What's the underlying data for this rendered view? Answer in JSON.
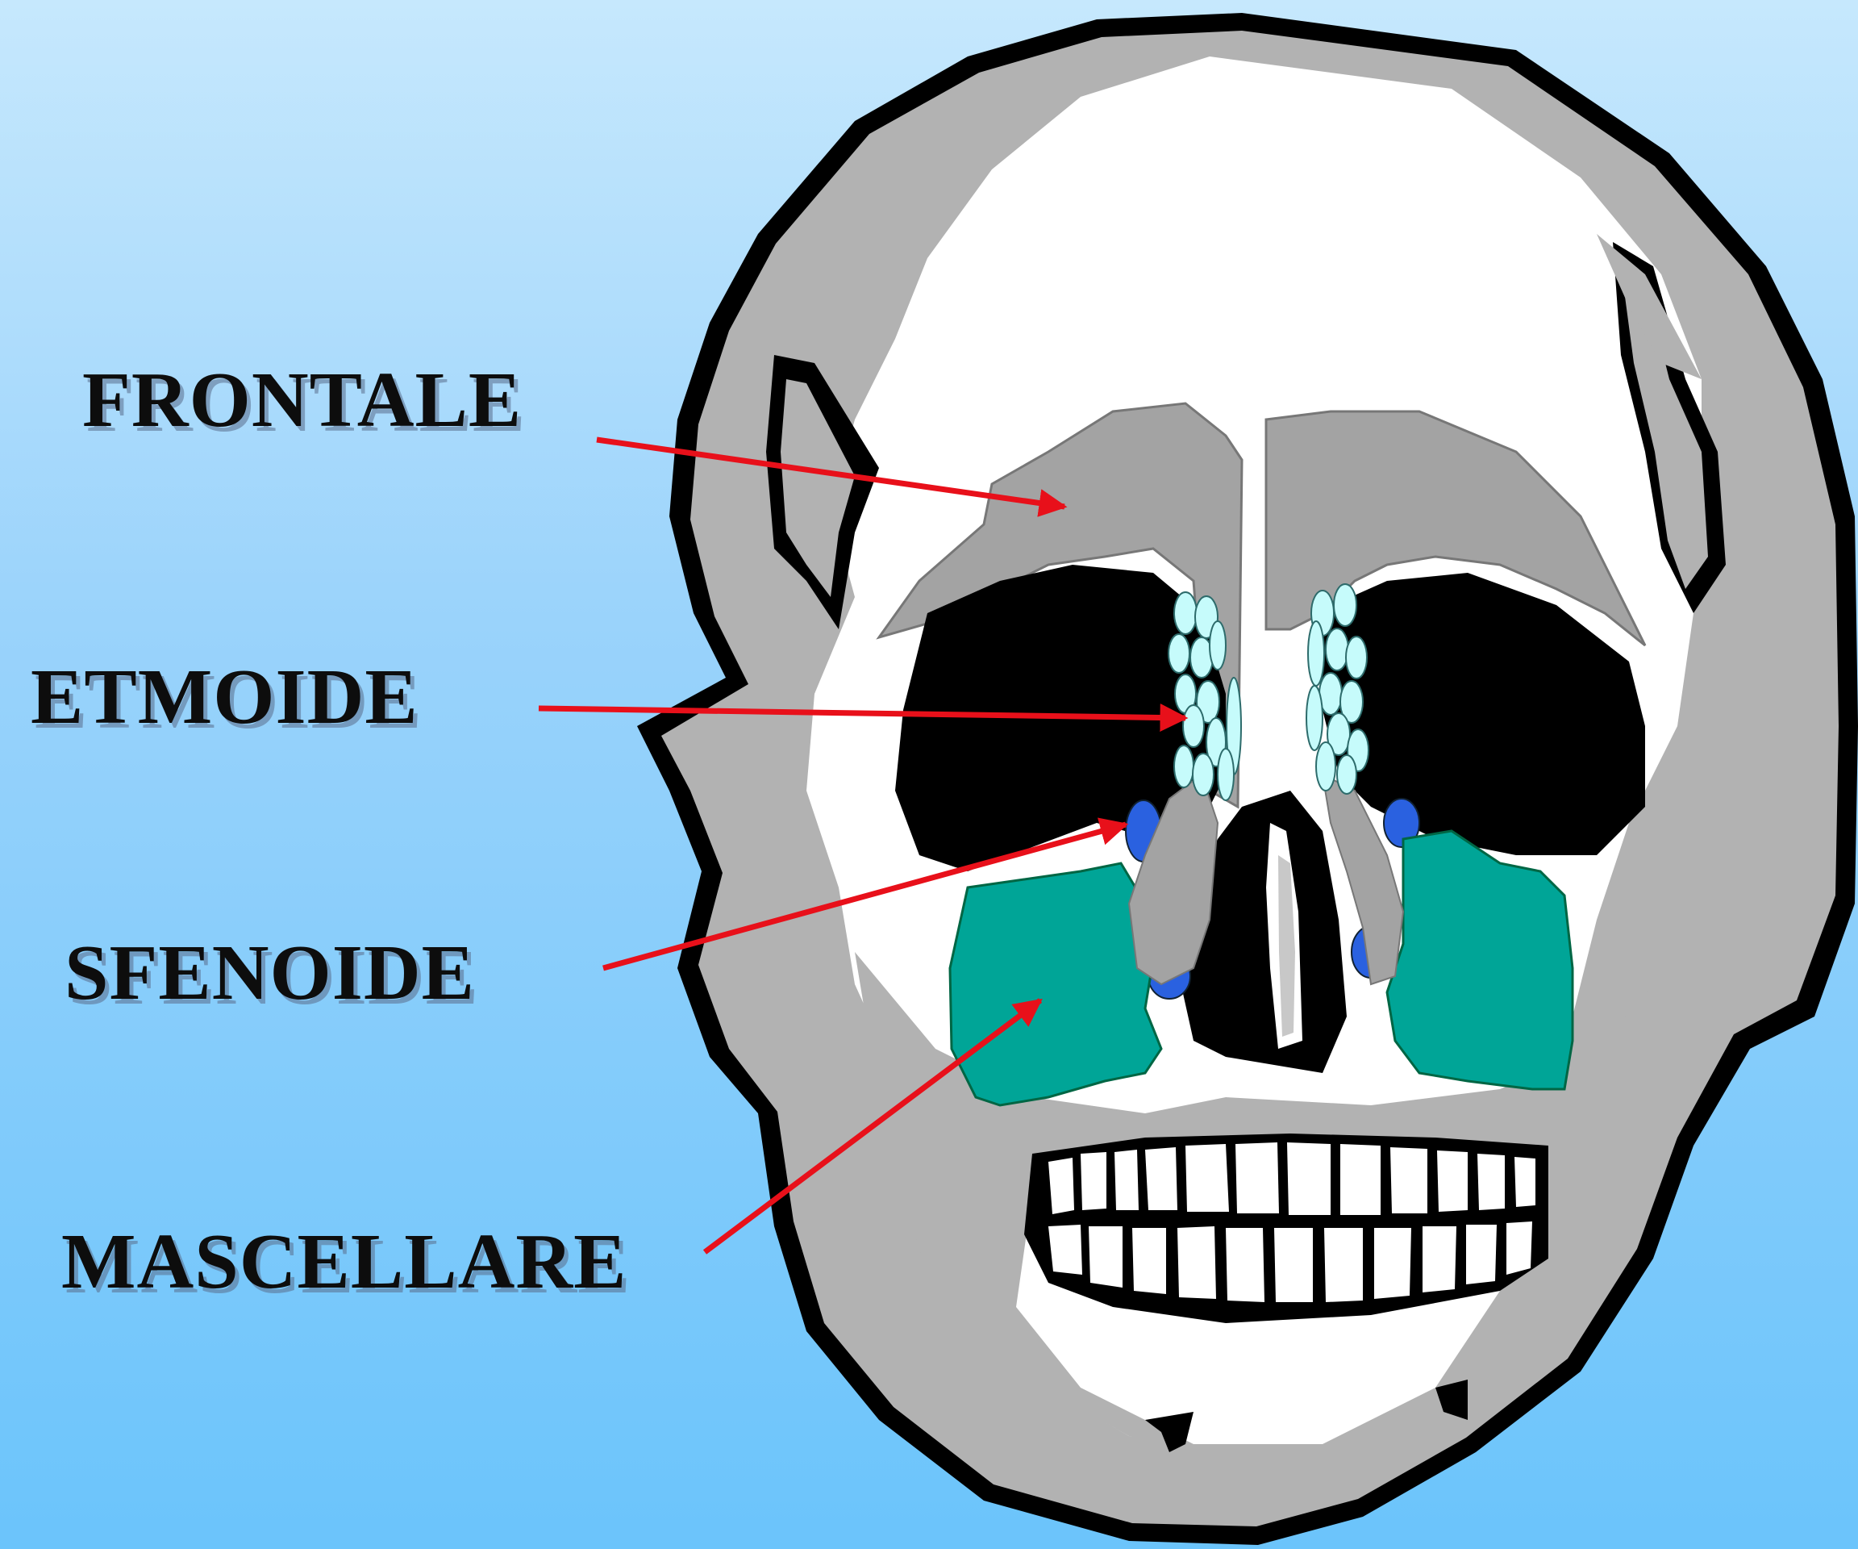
{
  "labels": {
    "frontale": "FRONTALE",
    "etmoide": "ETMOIDE",
    "sfenoide": "SFENOIDE",
    "mascellare": "MASCELLARE"
  },
  "colors": {
    "arrow": "#e8101a",
    "bone_white": "#ffffff",
    "bone_shade": "#b2b2b2",
    "outline": "#000000",
    "frontal_sinus": "#a3a3a3",
    "ethmoid_cells": "#c6fbfb",
    "sphenoid": "#2a61e0",
    "maxillary_sinus": "#00a597"
  },
  "icons": [
    "skull-illustration",
    "arrow"
  ]
}
